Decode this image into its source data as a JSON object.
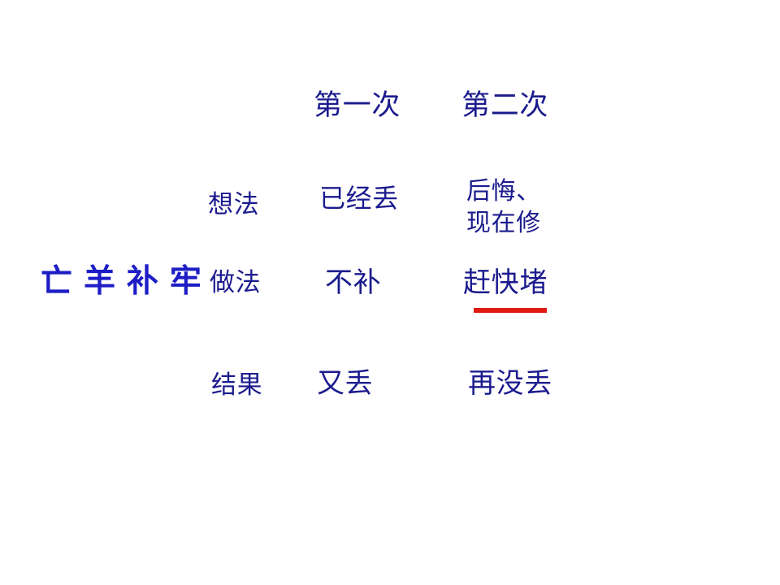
{
  "slide": {
    "background_color": "#ffffff",
    "text_color": "#1b1b8e",
    "title_color": "#1d1dc6",
    "emphasis_color": "#e01b13"
  },
  "idiom": {
    "title": "亡 羊 补 牢"
  },
  "table": {
    "column_headers": [
      {
        "label": "第一次"
      },
      {
        "label": "第二次"
      }
    ],
    "rows": [
      {
        "label": "想法",
        "cells": [
          {
            "text": "已经丢",
            "emphasis": false
          },
          {
            "text": "后悔、\n现在修",
            "emphasis": false
          }
        ]
      },
      {
        "label": "做法",
        "cells": [
          {
            "text": "不补",
            "emphasis": false
          },
          {
            "text": "赶快堵",
            "emphasis": true
          }
        ]
      },
      {
        "label": "结果",
        "cells": [
          {
            "text": "又丢",
            "emphasis": false
          },
          {
            "text": "再没丢",
            "emphasis": false
          }
        ]
      }
    ]
  }
}
